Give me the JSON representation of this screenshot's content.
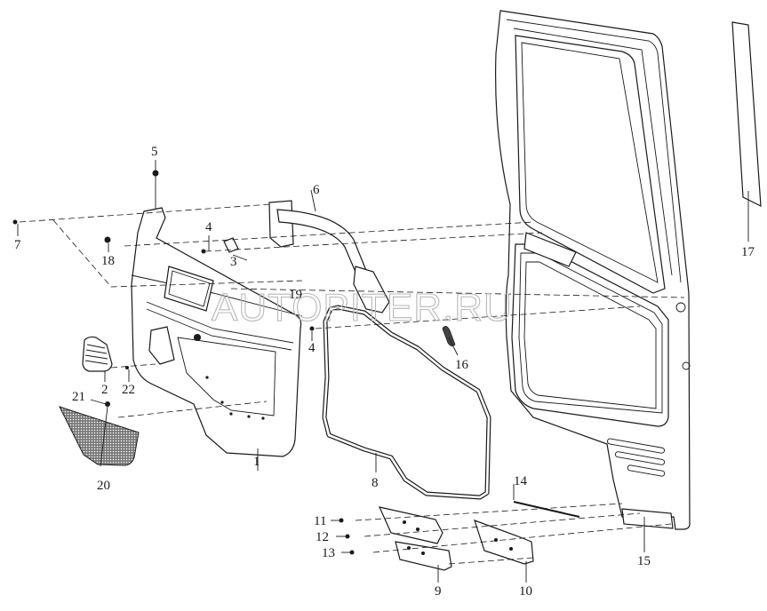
{
  "diagram": {
    "type": "exploded-parts-diagram",
    "subject": "Truck cab door trim panel and door assembly",
    "watermark": "AUTOPITER.RU",
    "callouts": [
      {
        "id": "1",
        "label": "1",
        "part": "door-trim-panel"
      },
      {
        "id": "2",
        "label": "2",
        "part": "speaker-grille"
      },
      {
        "id": "3",
        "label": "3",
        "part": "bracket"
      },
      {
        "id": "4a",
        "label": "4",
        "part": "screw"
      },
      {
        "id": "4b",
        "label": "4",
        "part": "screw"
      },
      {
        "id": "5",
        "label": "5",
        "part": "clip"
      },
      {
        "id": "6",
        "label": "6",
        "part": "grab-handle"
      },
      {
        "id": "7",
        "label": "7",
        "part": "screw"
      },
      {
        "id": "8",
        "label": "8",
        "part": "door-seal"
      },
      {
        "id": "9",
        "label": "9",
        "part": "hinge-bracket"
      },
      {
        "id": "10",
        "label": "10",
        "part": "hinge-bracket"
      },
      {
        "id": "11",
        "label": "11",
        "part": "bolt"
      },
      {
        "id": "12",
        "label": "12",
        "part": "bolt"
      },
      {
        "id": "13",
        "label": "13",
        "part": "bolt"
      },
      {
        "id": "14",
        "label": "14",
        "part": "trim-strip"
      },
      {
        "id": "15",
        "label": "15",
        "part": "door-shell"
      },
      {
        "id": "16",
        "label": "16",
        "part": "clip"
      },
      {
        "id": "17",
        "label": "17",
        "part": "weatherstrip"
      },
      {
        "id": "18",
        "label": "18",
        "part": "nut"
      },
      {
        "id": "19",
        "label": "19",
        "part": "label"
      },
      {
        "id": "20",
        "label": "20",
        "part": "pocket-mesh"
      },
      {
        "id": "21",
        "label": "21",
        "part": "clip"
      },
      {
        "id": "22",
        "label": "22",
        "part": "clip"
      }
    ]
  }
}
